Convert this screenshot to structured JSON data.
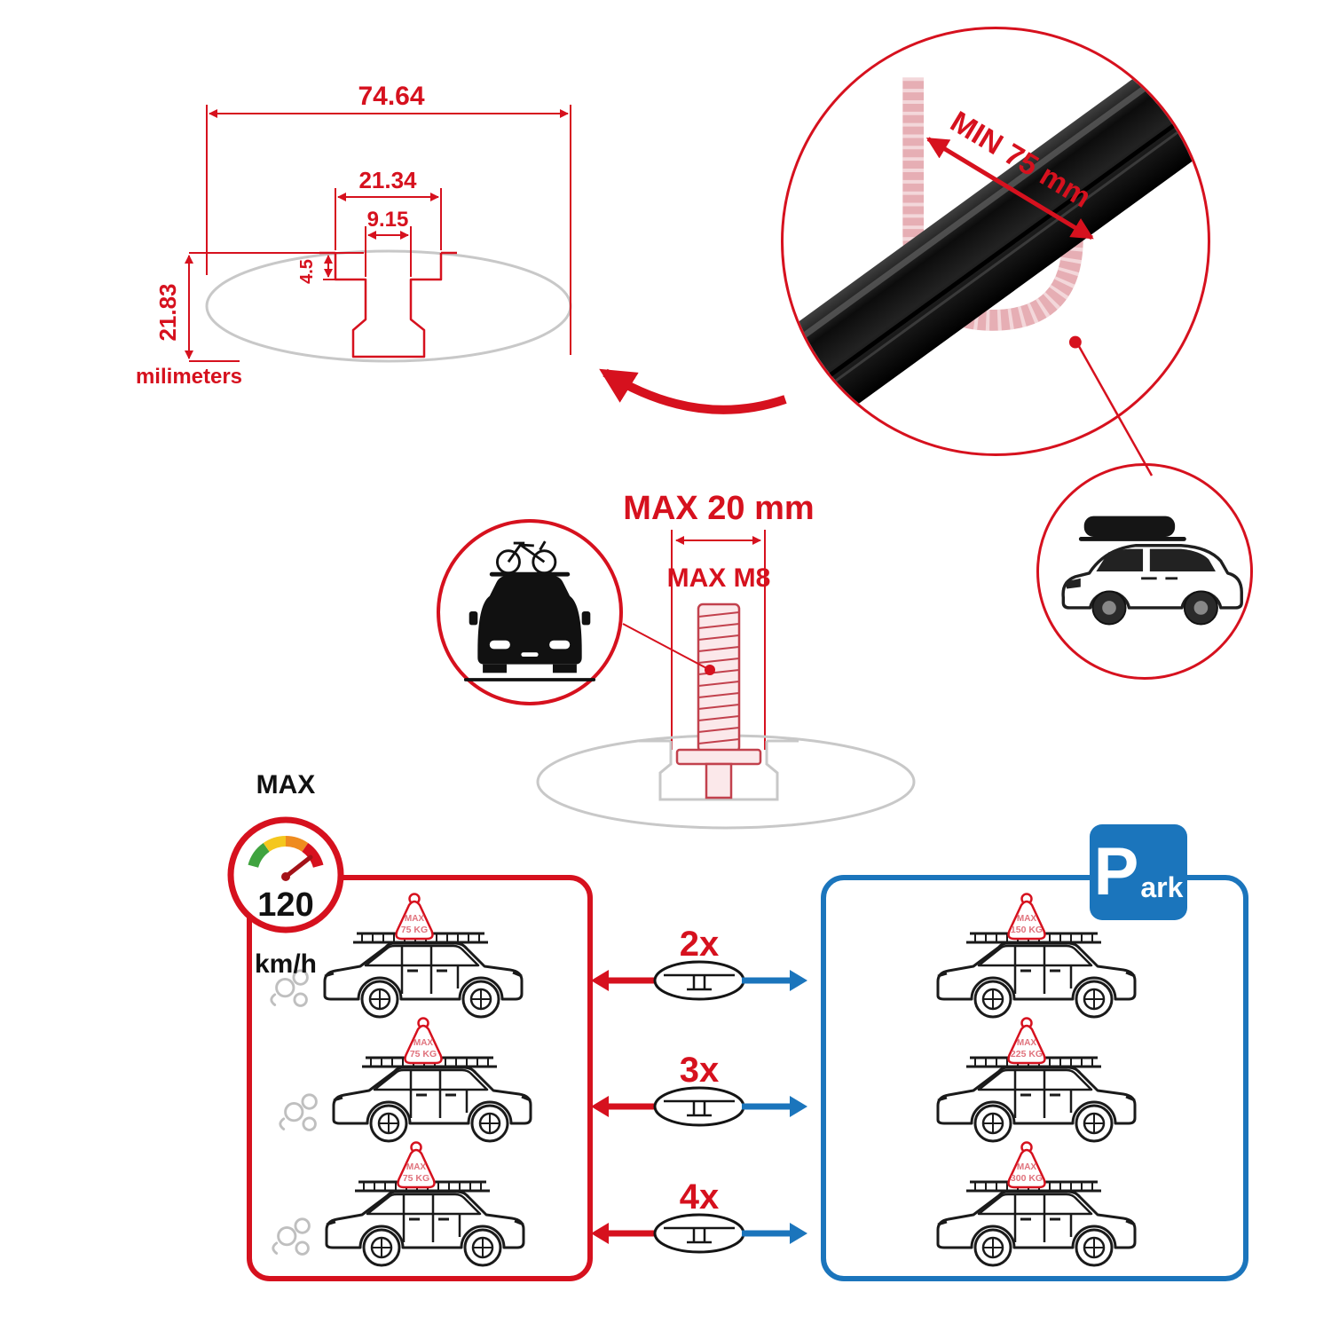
{
  "colors": {
    "red": "#d6111e",
    "blue": "#1b75bc",
    "pink": "#e0737d",
    "gray": "#c8c8c8",
    "ink": "#1a1a1a"
  },
  "dimension_drawing": {
    "total_width": "74.64",
    "channel_width": "21.34",
    "slot_width": "9.15",
    "flange_depth": "4.5",
    "total_height": "21.83",
    "units": "milimeters"
  },
  "bar_detail": {
    "min_span": "MIN 75 mm"
  },
  "bolt_detail": {
    "max_width": "MAX 20 mm",
    "max_thread": "MAX M8"
  },
  "speed_limit": {
    "label": "MAX",
    "value": "120",
    "unit": "km/h"
  },
  "park_sign": {
    "initial": "P",
    "rest": "ark"
  },
  "crossbar_counts": [
    "2x",
    "3x",
    "4x"
  ],
  "driving_cars": [
    {
      "tag_label": "MAX",
      "load": "75 KG"
    },
    {
      "tag_label": "MAX",
      "load": "75 KG"
    },
    {
      "tag_label": "MAX",
      "load": "75 KG"
    }
  ],
  "parked_cars": [
    {
      "tag_label": "MAX",
      "load": "150 KG"
    },
    {
      "tag_label": "MAX",
      "load": "225 KG"
    },
    {
      "tag_label": "MAX",
      "load": "300 KG"
    }
  ]
}
